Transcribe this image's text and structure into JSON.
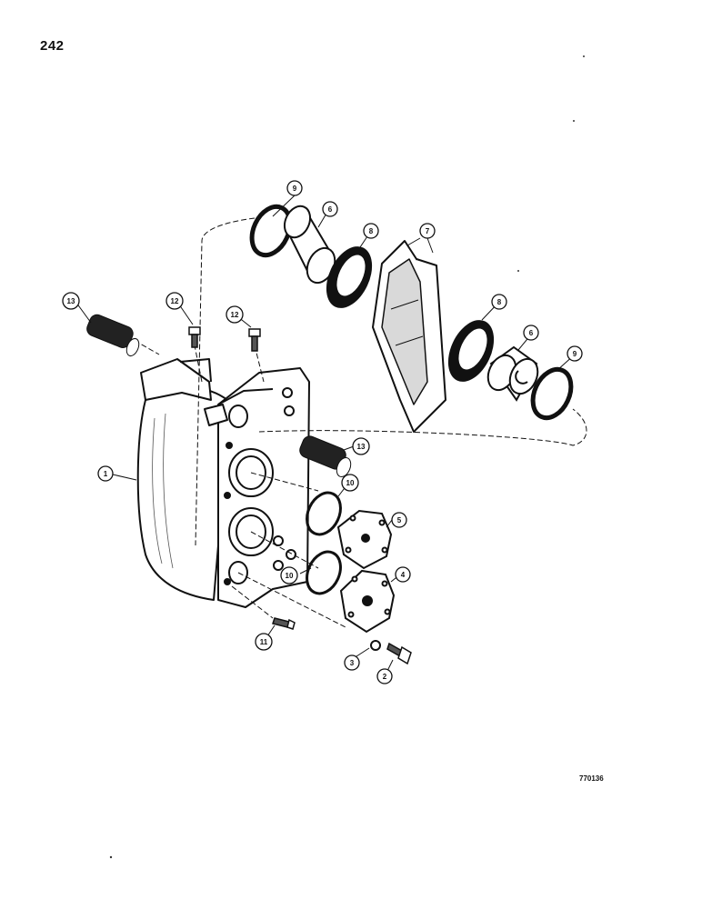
{
  "page_number": "242",
  "figure_code": "770136",
  "callouts": {
    "c1": "1",
    "c2": "2",
    "c3": "3",
    "c4": "4",
    "c5": "5",
    "c6a": "6",
    "c6b": "6",
    "c7": "7",
    "c8a": "8",
    "c8b": "8",
    "c9a": "9",
    "c9b": "9",
    "c10a": "10",
    "c10b": "10",
    "c11": "11",
    "c12a": "12",
    "c12b": "12",
    "c13a": "13",
    "c13b": "13"
  }
}
